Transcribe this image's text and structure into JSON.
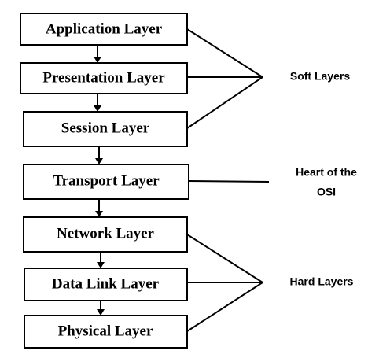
{
  "layers": [
    {
      "id": "application",
      "label": "Application Layer"
    },
    {
      "id": "presentation",
      "label": "Presentation Layer"
    },
    {
      "id": "session",
      "label": "Session Layer"
    },
    {
      "id": "transport",
      "label": "Transport Layer"
    },
    {
      "id": "network",
      "label": "Network Layer"
    },
    {
      "id": "datalink",
      "label": "Data Link Layer"
    },
    {
      "id": "physical",
      "label": "Physical Layer"
    }
  ],
  "groups": [
    {
      "id": "soft",
      "lines": [
        "Soft Layers"
      ],
      "members": [
        "application",
        "presentation",
        "session"
      ]
    },
    {
      "id": "heart",
      "lines": [
        "Heart of the",
        "OSI"
      ],
      "members": [
        "transport"
      ]
    },
    {
      "id": "hard",
      "lines": [
        "Hard Layers"
      ],
      "members": [
        "network",
        "datalink",
        "physical"
      ]
    }
  ],
  "colors": {
    "stroke": "#000000",
    "background": "#ffffff",
    "text": "#000000"
  }
}
